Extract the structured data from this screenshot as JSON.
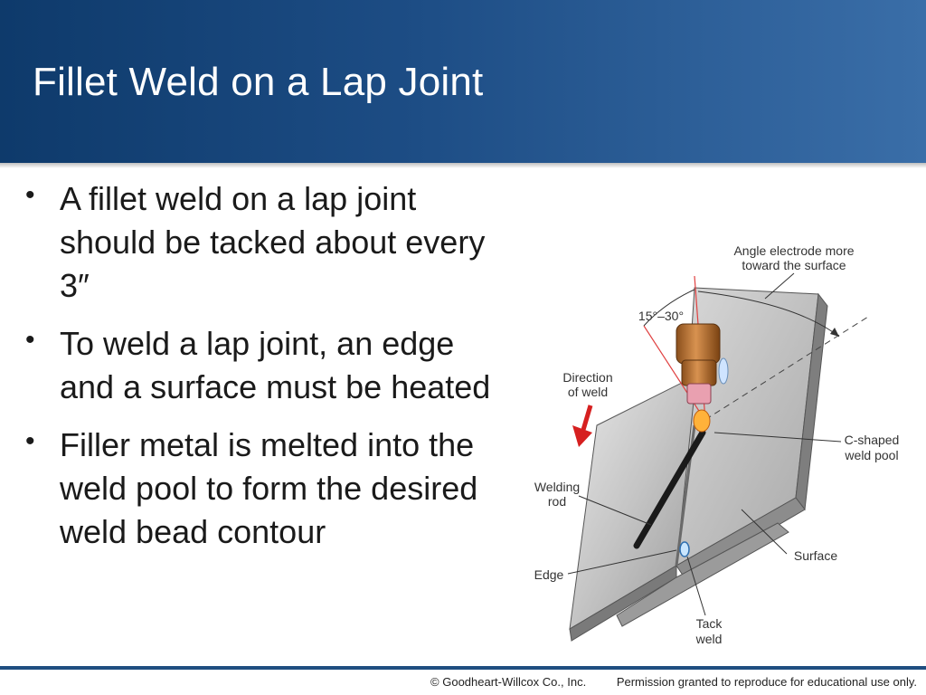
{
  "slide": {
    "title": "Fillet Weld on a Lap Joint",
    "bullets": [
      "A fillet weld on a lap joint should be tacked about every 3″",
      "To weld a lap joint, an edge and a surface must be heated",
      "Filler metal is melted into the weld pool to form the desired weld bead contour"
    ]
  },
  "figure": {
    "labels": {
      "angle_note_line1": "Angle electrode more",
      "angle_note_line2": "toward the surface",
      "angle_range": "15°–30°",
      "direction_line1": "Direction",
      "direction_line2": "of weld",
      "c_shaped_line1": "C-shaped",
      "c_shaped_line2": "weld pool",
      "welding_rod_line1": "Welding",
      "welding_rod_line2": "rod",
      "surface": "Surface",
      "edge": "Edge",
      "tack_line1": "Tack",
      "tack_line2": "weld"
    },
    "colors": {
      "arrow": "#d62020",
      "torch": "#c07a3a",
      "plate": "#bdbdbd",
      "angle_lines": "#e04040"
    }
  },
  "footer": {
    "copyright": "© Goodheart-Willcox Co., Inc.",
    "permission": "Permission granted to reproduce for educational use only."
  }
}
